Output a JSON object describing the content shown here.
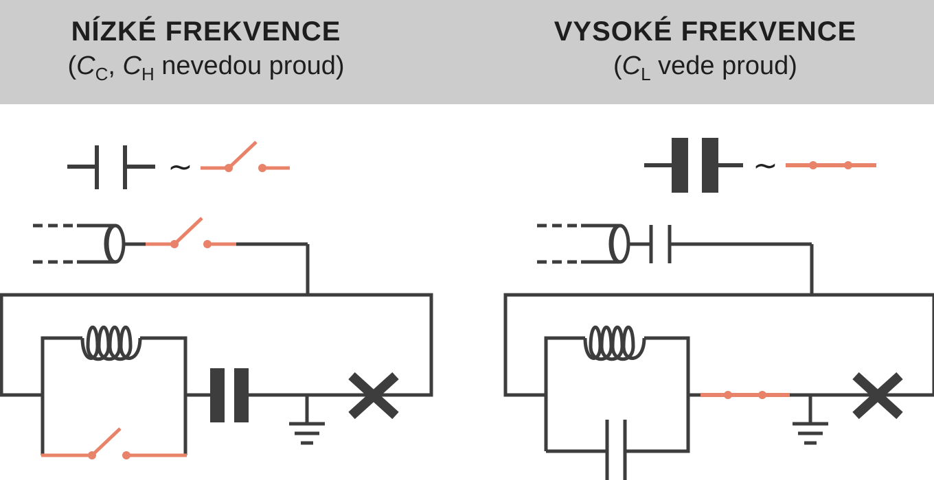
{
  "panels": {
    "low": {
      "title": "NÍZKÉ FREKVENCE",
      "sub_open": "(",
      "cap_c": "C",
      "cap_c_sub": "C",
      "sep": ", ",
      "cap_h": "C",
      "cap_h_sub": "H",
      "sub_rest": " nevedou proud)",
      "legend_symbol": "~"
    },
    "high": {
      "title": "VYSOKÉ FREKVENCE",
      "sub_open": "(",
      "cap_l": "C",
      "cap_l_sub": "L",
      "sub_rest": "  vede proud)",
      "legend_symbol": "~"
    }
  },
  "colors": {
    "header_bg": "#cccccc",
    "wire": "#3d3d3d",
    "switch": "#e8836a",
    "text": "#1e1e1e"
  }
}
